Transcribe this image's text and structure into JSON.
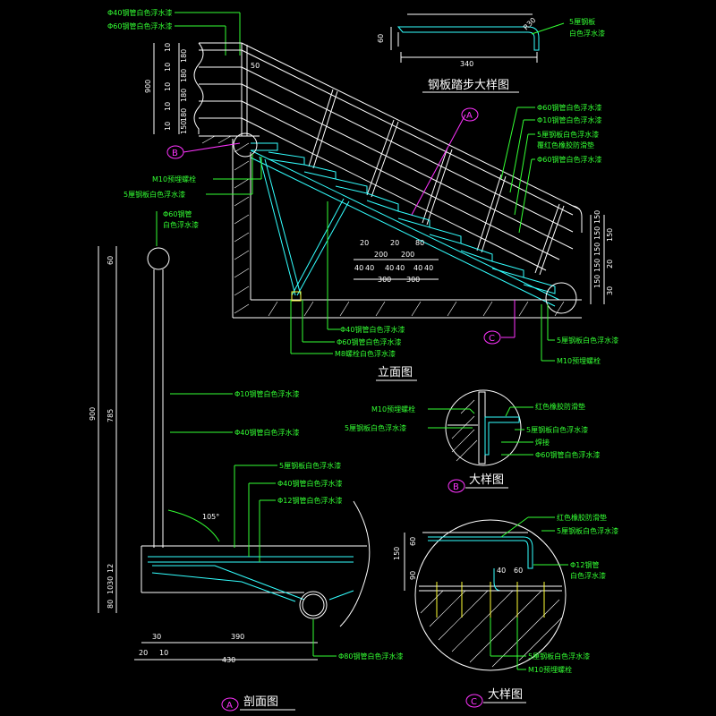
{
  "labels": {
    "steel_tube_40": "Φ40钢管白色浮水漆",
    "steel_tube_60": "Φ60钢管白色浮水漆",
    "plate_step_detail_title": "钢板踏步大样图",
    "plate_5mm_label_1": "5厘钢板",
    "plate_5mm_label_2": "白色浮水漆",
    "tube_60_white": "Φ60钢管白色浮水漆",
    "tube_10_white": "Φ10钢管白色浮水漆",
    "plate_red_rubber_1": "5厘钢板白色浮水漆",
    "plate_red_rubber_2": "覆红色橡胶防滑垫",
    "tube_60_white_2": "Φ60钢管白色浮水漆",
    "bolt_m10": "M10预埋螺栓",
    "plate_5mm_white": "5厘钢板白色浮水漆",
    "tube_60_title_1": "Φ60钢管",
    "tube_60_title_2": "白色浮水漆",
    "elev_tube40": "Φ40钢管白色浮水漆",
    "elev_tube60": "Φ60钢管白色浮水漆",
    "elev_bolt": "M8螺栓白色浮水漆",
    "elevation_title": "立面图",
    "plate_5mm_right": "5厘钢板白色浮水漆",
    "bolt_m10_right": "M10预埋螺栓",
    "sec_tube10": "Φ10钢管白色浮水漆",
    "sec_tube40": "Φ40钢管白色浮水漆",
    "sec_plate5": "5厘钢板白色浮水漆",
    "sec_tube40b": "Φ40钢管白色浮水漆",
    "sec_tube12": "Φ12钢管白色浮水漆",
    "sec_tube80": "Φ80钢管白色浮水漆",
    "section_title": "剖面图",
    "b_bolt": "M10预埋螺栓",
    "b_red_pad": "红色橡胶防滑垫",
    "b_plate_white": "5厘钢板白色浮水漆",
    "b_plate_white_r": "5厘钢板白色浮水漆",
    "b_weld": "焊接",
    "b_tube60": "Φ60钢管白色浮水漆",
    "detail_title_b": "大样图",
    "c_red_pad": "红色橡胶防滑垫",
    "c_plate": "5厘钢板白色浮水漆",
    "c_tube12_1": "Φ12钢管",
    "c_tube12_2": "白色浮水漆",
    "c_plate_bottom": "5厘钢板白色浮水漆",
    "c_bolt": "M10预埋螺栓",
    "detail_title_c": "大样图"
  },
  "tags": {
    "a": "A",
    "b": "B",
    "c": "C"
  },
  "dims": {
    "step_60": "60",
    "step_340": "340",
    "step_r": "R30",
    "rail_50": "50",
    "left_900": "900",
    "left_a": "10",
    "left_b": "180",
    "left_c": "10",
    "left_d": "180",
    "left_e": "10",
    "left_f": "180",
    "left_g": "10",
    "left_h": "180",
    "left_i": "10",
    "left_j": "150",
    "tread_20a": "20",
    "tread_200a": "200",
    "tread_20b": "20",
    "tread_200b": "200",
    "tread_80": "80",
    "tread_40a": "40",
    "tread_40b": "40",
    "tread_40c": "40",
    "tread_40d": "40",
    "tread_40e": "40",
    "tread_40f": "40",
    "tread_300a": "300",
    "tread_300b": "300",
    "sec_60": "60",
    "sec_900": "900",
    "sec_785": "785",
    "sec_12": "12",
    "sec_30": "30",
    "sec_10": "10",
    "sec_80": "80",
    "sec_angle": "105°",
    "sec_20": "20",
    "sec_30b": "30",
    "sec_390": "390",
    "sec_10b": "10",
    "sec_430": "430",
    "c_60": "60",
    "c_90": "90",
    "c_150": "150",
    "c_40": "40",
    "c_60b": "60",
    "r_a": "150",
    "r_b": "150",
    "r_c": "150",
    "r_d": "150",
    "r_e": "150",
    "r_f": "150",
    "r_g": "20",
    "r_h": "30"
  },
  "colors": {
    "annotation": "#33ff33",
    "dimension": "#ffffff",
    "tag": "#ff33ff",
    "profile": "#33ffff",
    "background": "#000000"
  }
}
